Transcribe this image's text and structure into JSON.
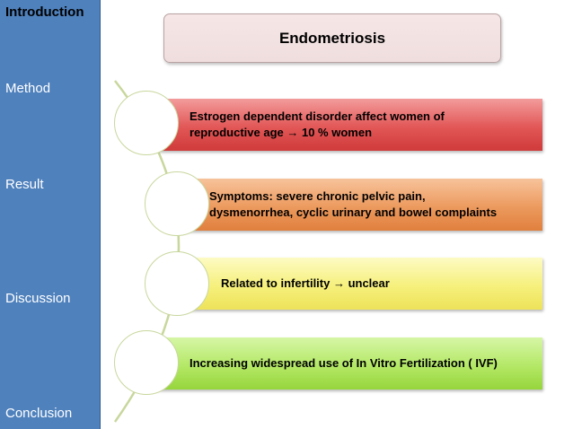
{
  "sidebar": {
    "items": [
      {
        "label": "Introduction"
      },
      {
        "label": "Method"
      },
      {
        "label": "Result"
      },
      {
        "label": "Discussion"
      },
      {
        "label": "Conclusion"
      }
    ]
  },
  "title": "Endometriosis",
  "items": [
    {
      "text_line1": "Estrogen dependent disorder affect women of",
      "text_line2": "reproductive age → 10 % women"
    },
    {
      "text_line1": "Symptoms: severe chronic pelvic pain,",
      "text_line2": "dysmenorrhea, cyclic urinary and bowel complaints"
    },
    {
      "text_line1": "Related to infertility → unclear",
      "text_line2": ""
    },
    {
      "text_line1": "Increasing widespread use of In Vitro Fertilization ( IVF)",
      "text_line2": ""
    }
  ],
  "colors": {
    "sidebar": "#4f81bd",
    "bar1": "#e25757",
    "bar2": "#ec9a5e",
    "bar3": "#f6f07c",
    "bar4": "#b4e866"
  }
}
